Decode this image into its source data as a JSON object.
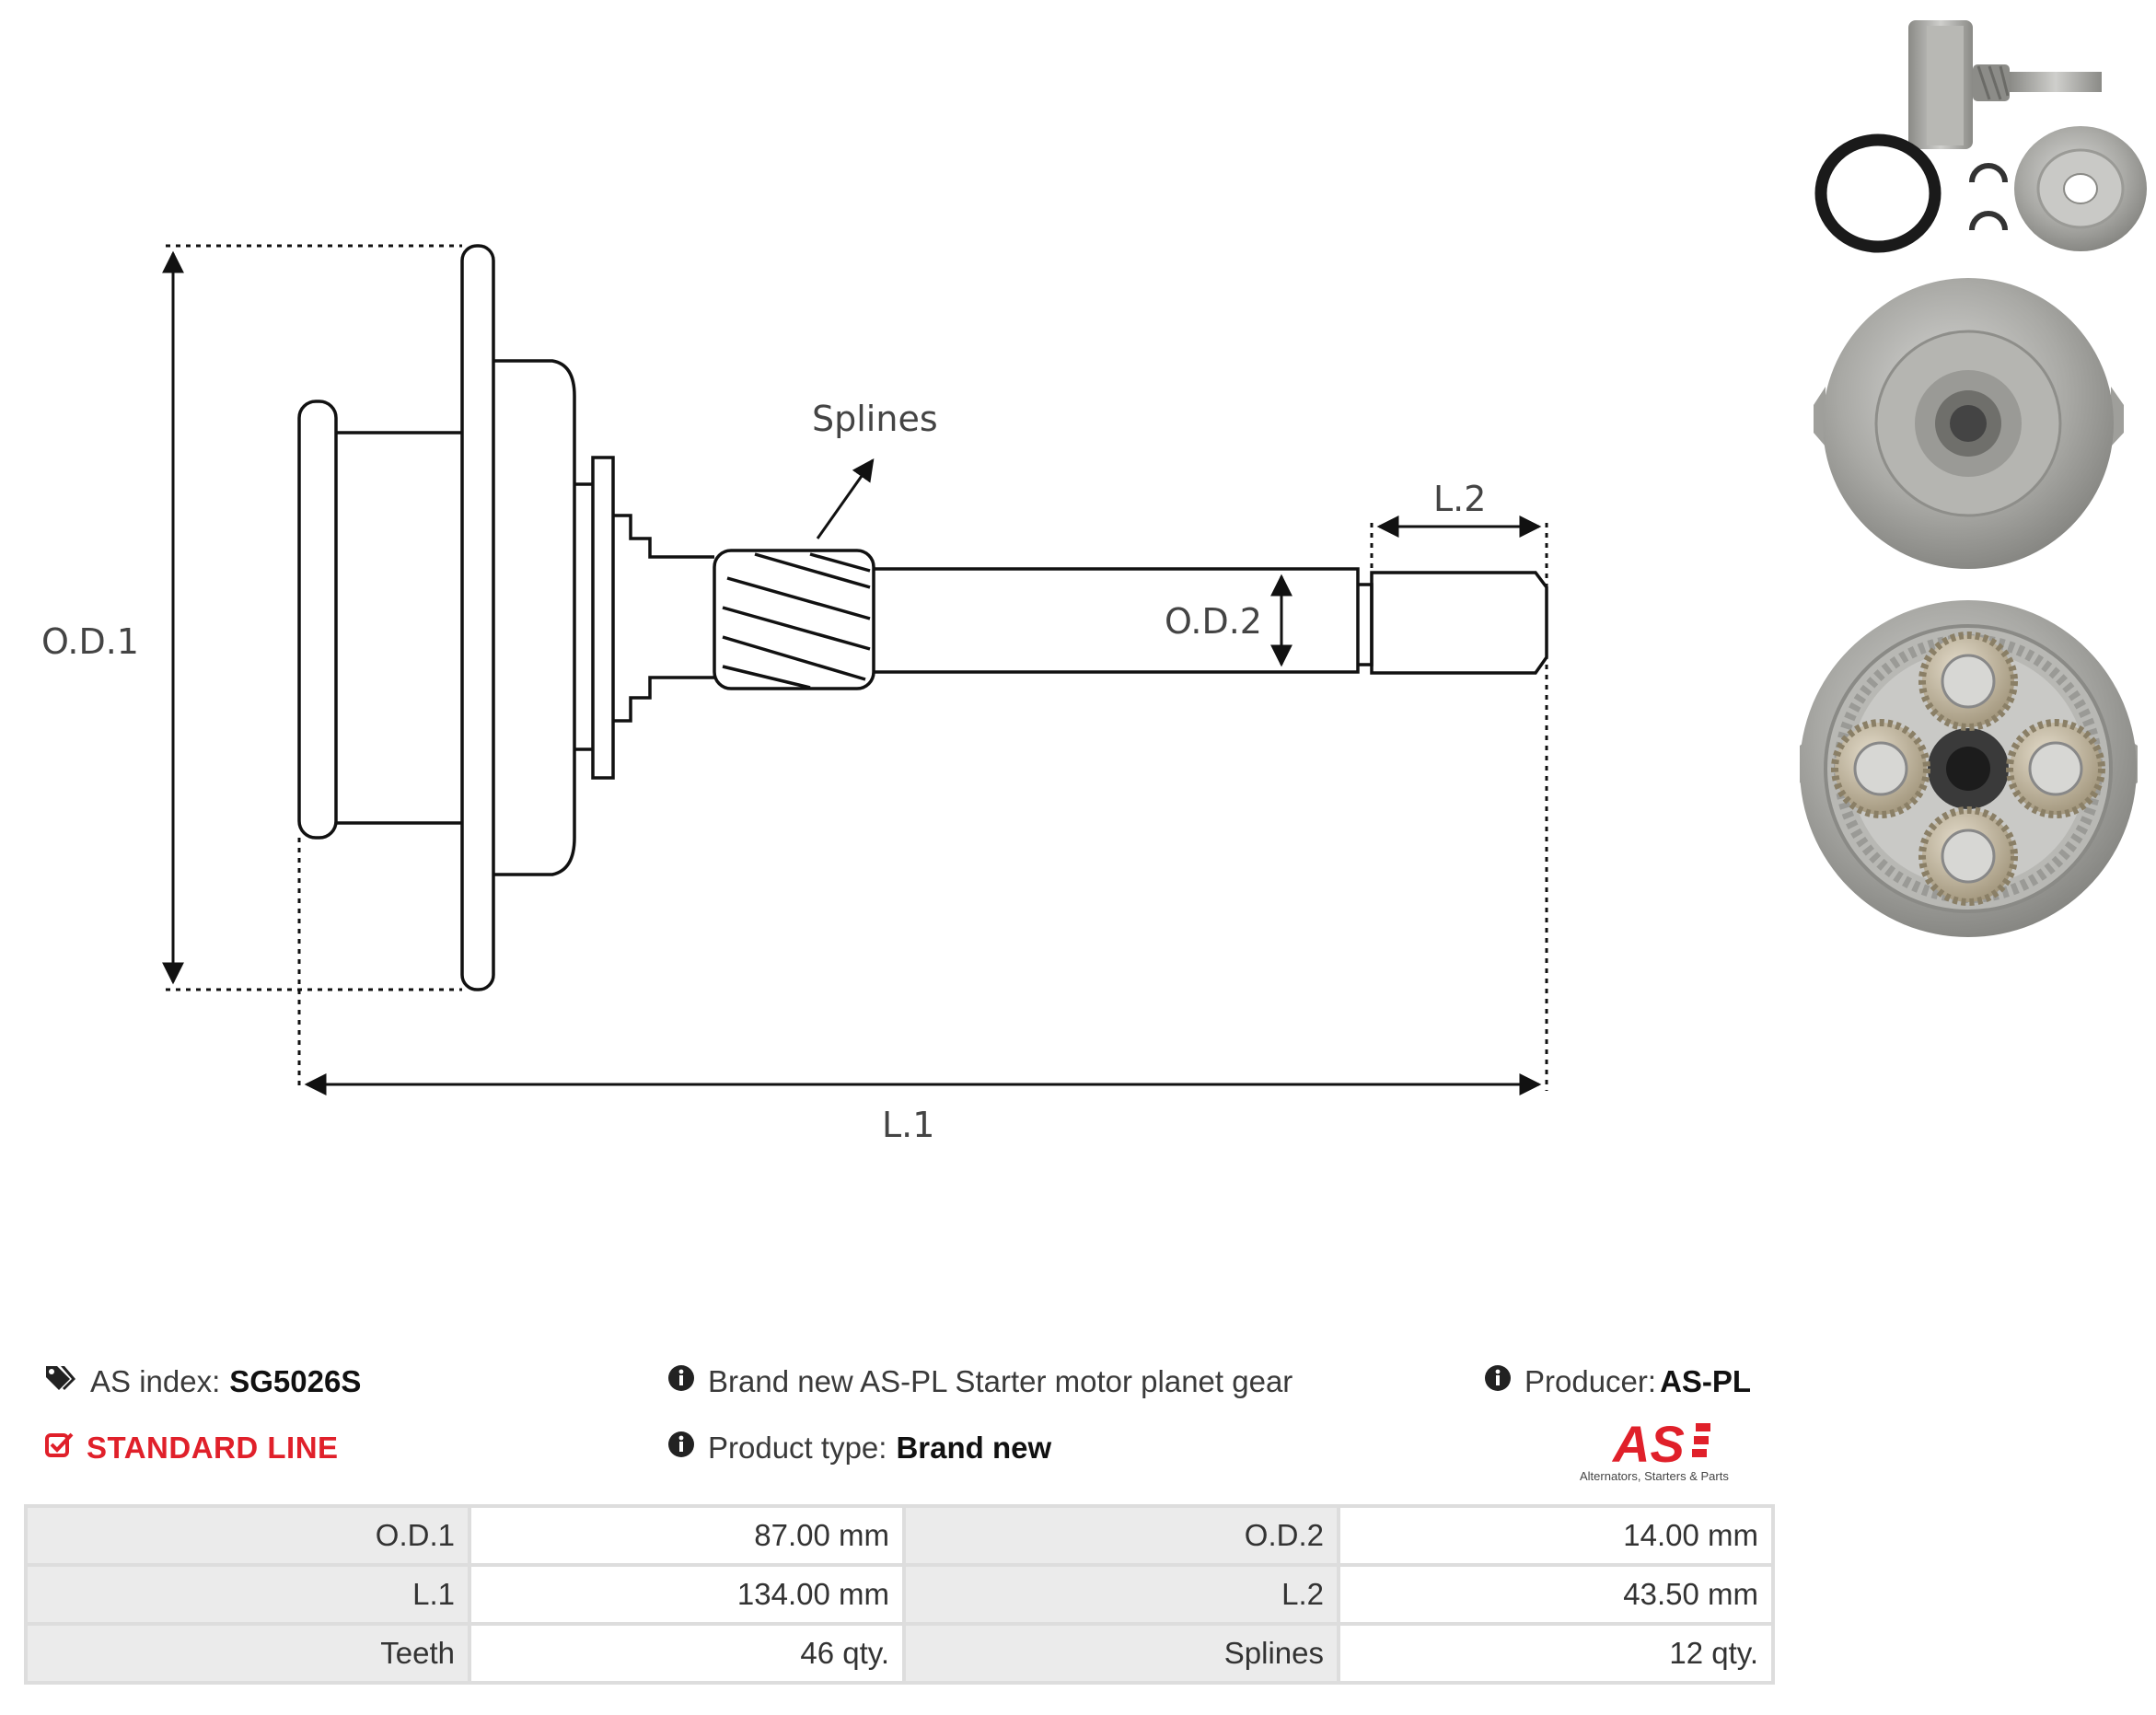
{
  "drawing": {
    "od1_label": "O.D.1",
    "od2_label": "O.D.2",
    "l1_label": "L.1",
    "l2_label": "L.2",
    "splines_label": "Splines"
  },
  "info": {
    "index_label": "AS index:",
    "index_value": "SG5026S",
    "standard_line": "STANDARD LINE",
    "description": "Brand new AS-PL Starter motor planet gear",
    "product_type_label": "Product type:",
    "product_type_value": "Brand new",
    "producer_label": "Producer:",
    "producer_value": "AS-PL"
  },
  "brand": {
    "logo_text": "AS",
    "tagline": "Alternators, Starters & Parts",
    "color": "#e0202a"
  },
  "specs": [
    {
      "k1": "O.D.1",
      "v1": "87.00 mm",
      "k2": "O.D.2",
      "v2": "14.00 mm"
    },
    {
      "k1": "L.1",
      "v1": "134.00 mm",
      "k2": "L.2",
      "v2": "43.50 mm"
    },
    {
      "k1": "Teeth",
      "v1": "46 qty.",
      "k2": "Splines",
      "v2": "12 qty."
    }
  ]
}
